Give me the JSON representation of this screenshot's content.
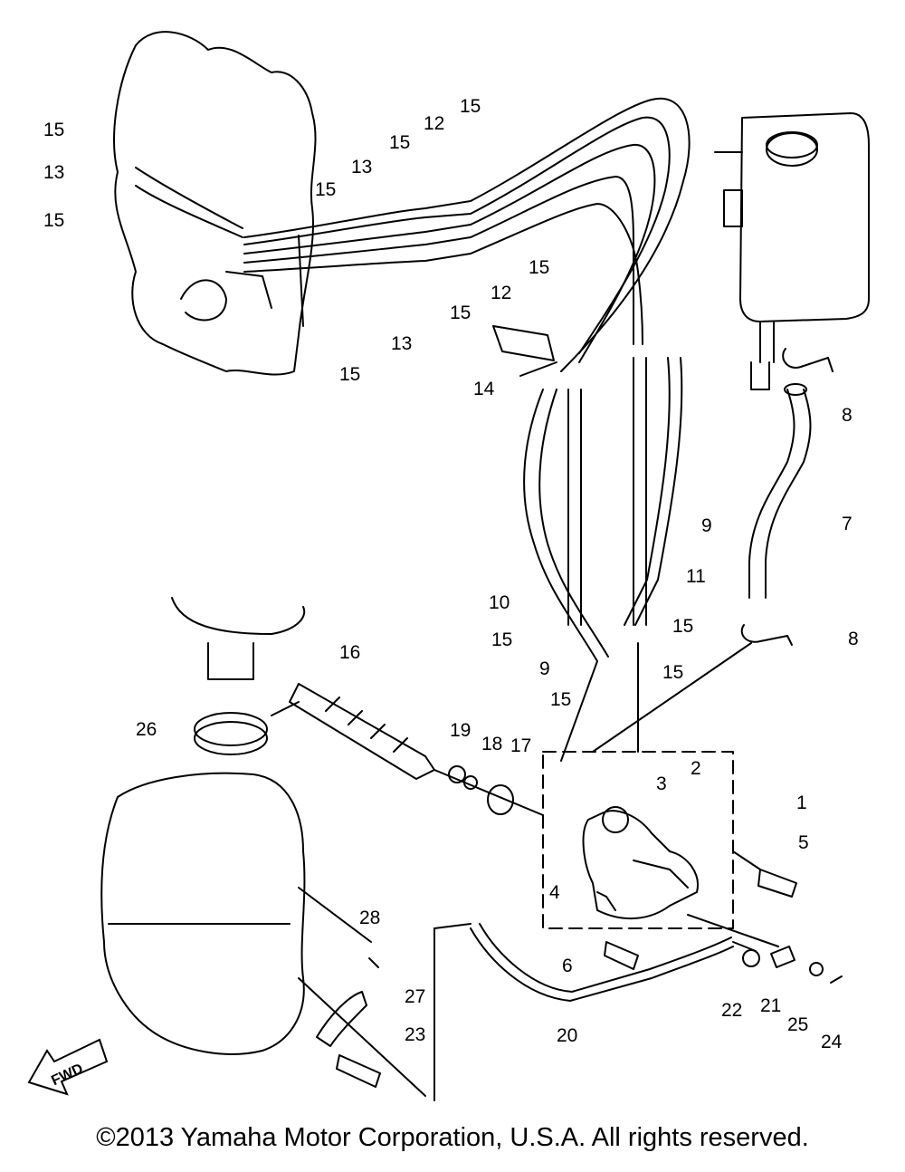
{
  "diagram": {
    "callouts": [
      "1",
      "2",
      "3",
      "4",
      "5",
      "6",
      "7",
      "8",
      "9",
      "10",
      "11",
      "12",
      "13",
      "14",
      "15",
      "16",
      "17",
      "18",
      "19",
      "20",
      "21",
      "22",
      "23",
      "24",
      "25",
      "26",
      "27",
      "28"
    ],
    "fwd_label": "FWD"
  },
  "copyright": "©2013 Yamaha Motor Corporation, U.S.A. All rights reserved."
}
